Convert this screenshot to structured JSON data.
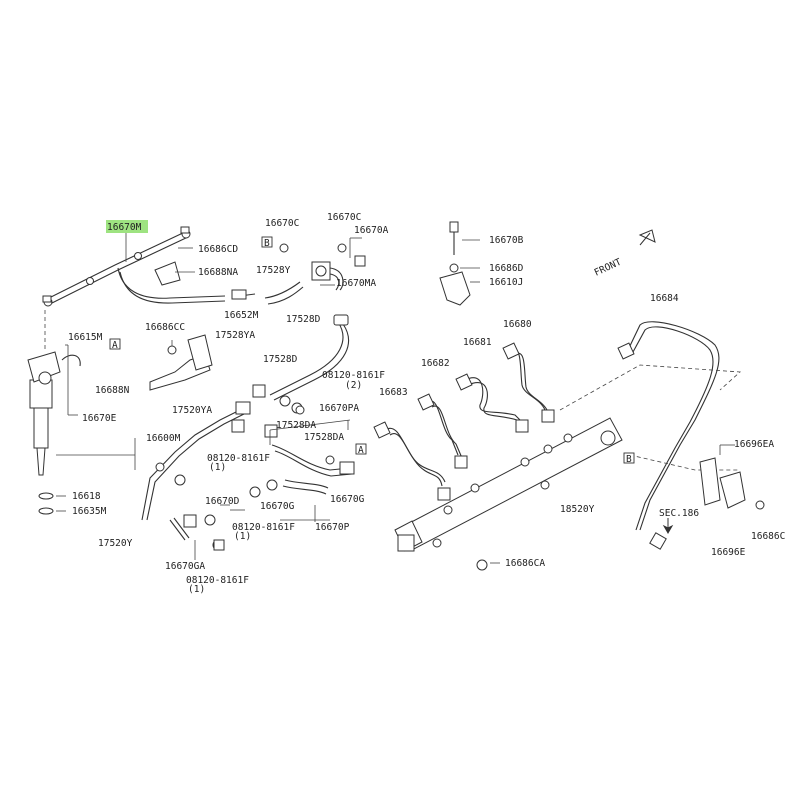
{
  "front_label": "FRONT",
  "labels": {
    "p16670M": "16670M",
    "p16686CD": "16686CD",
    "p16688NA": "16688NA",
    "p16670C_a": "16670C",
    "p16670C_b": "16670C",
    "p16670A": "16670A",
    "p17528Y": "17528Y",
    "p16670MA": "16670MA",
    "p16670B": "16670B",
    "p16686D": "16686D",
    "p16610J": "16610J",
    "p16652M": "16652M",
    "p16686CC": "16686CC",
    "p17528YA": "17528YA",
    "p17528D_a": "17528D",
    "p17528D_b": "17528D",
    "p16615M": "16615M",
    "p16688N": "16688N",
    "p08120_a": "08120-8161F",
    "p08120_a_qty": "(2)",
    "p16670PA": "16670PA",
    "p17520YA": "17520YA",
    "p17528DA_a": "17528DA",
    "p17528DA_b": "17528DA",
    "p16670E": "16670E",
    "p16600M": "16600M",
    "p08120_b": "08120-8161F",
    "p08120_b_qty": "(1)",
    "p16618": "16618",
    "p16670D": "16670D",
    "p16670G_a": "16670G",
    "p16670G_b": "16670G",
    "p16635M": "16635M",
    "p08120_c": "08120-8161F",
    "p08120_c_qty": "(1)",
    "p16670P": "16670P",
    "p17520Y": "17520Y",
    "p16670GA": "16670GA",
    "p08120_d": "08120-8161F",
    "p08120_d_qty": "(1)",
    "p16680": "16680",
    "p16681": "16681",
    "p16682": "16682",
    "p16683": "16683",
    "p16684": "16684",
    "p16696EA": "16696EA",
    "p18520Y": "18520Y",
    "p16686C": "16686C",
    "p16696E": "16696E",
    "p16686CA": "16686CA",
    "sec186": "SEC.186"
  },
  "callouts": {
    "a": "A",
    "b": "B"
  },
  "highlight_color": "#7ed957"
}
